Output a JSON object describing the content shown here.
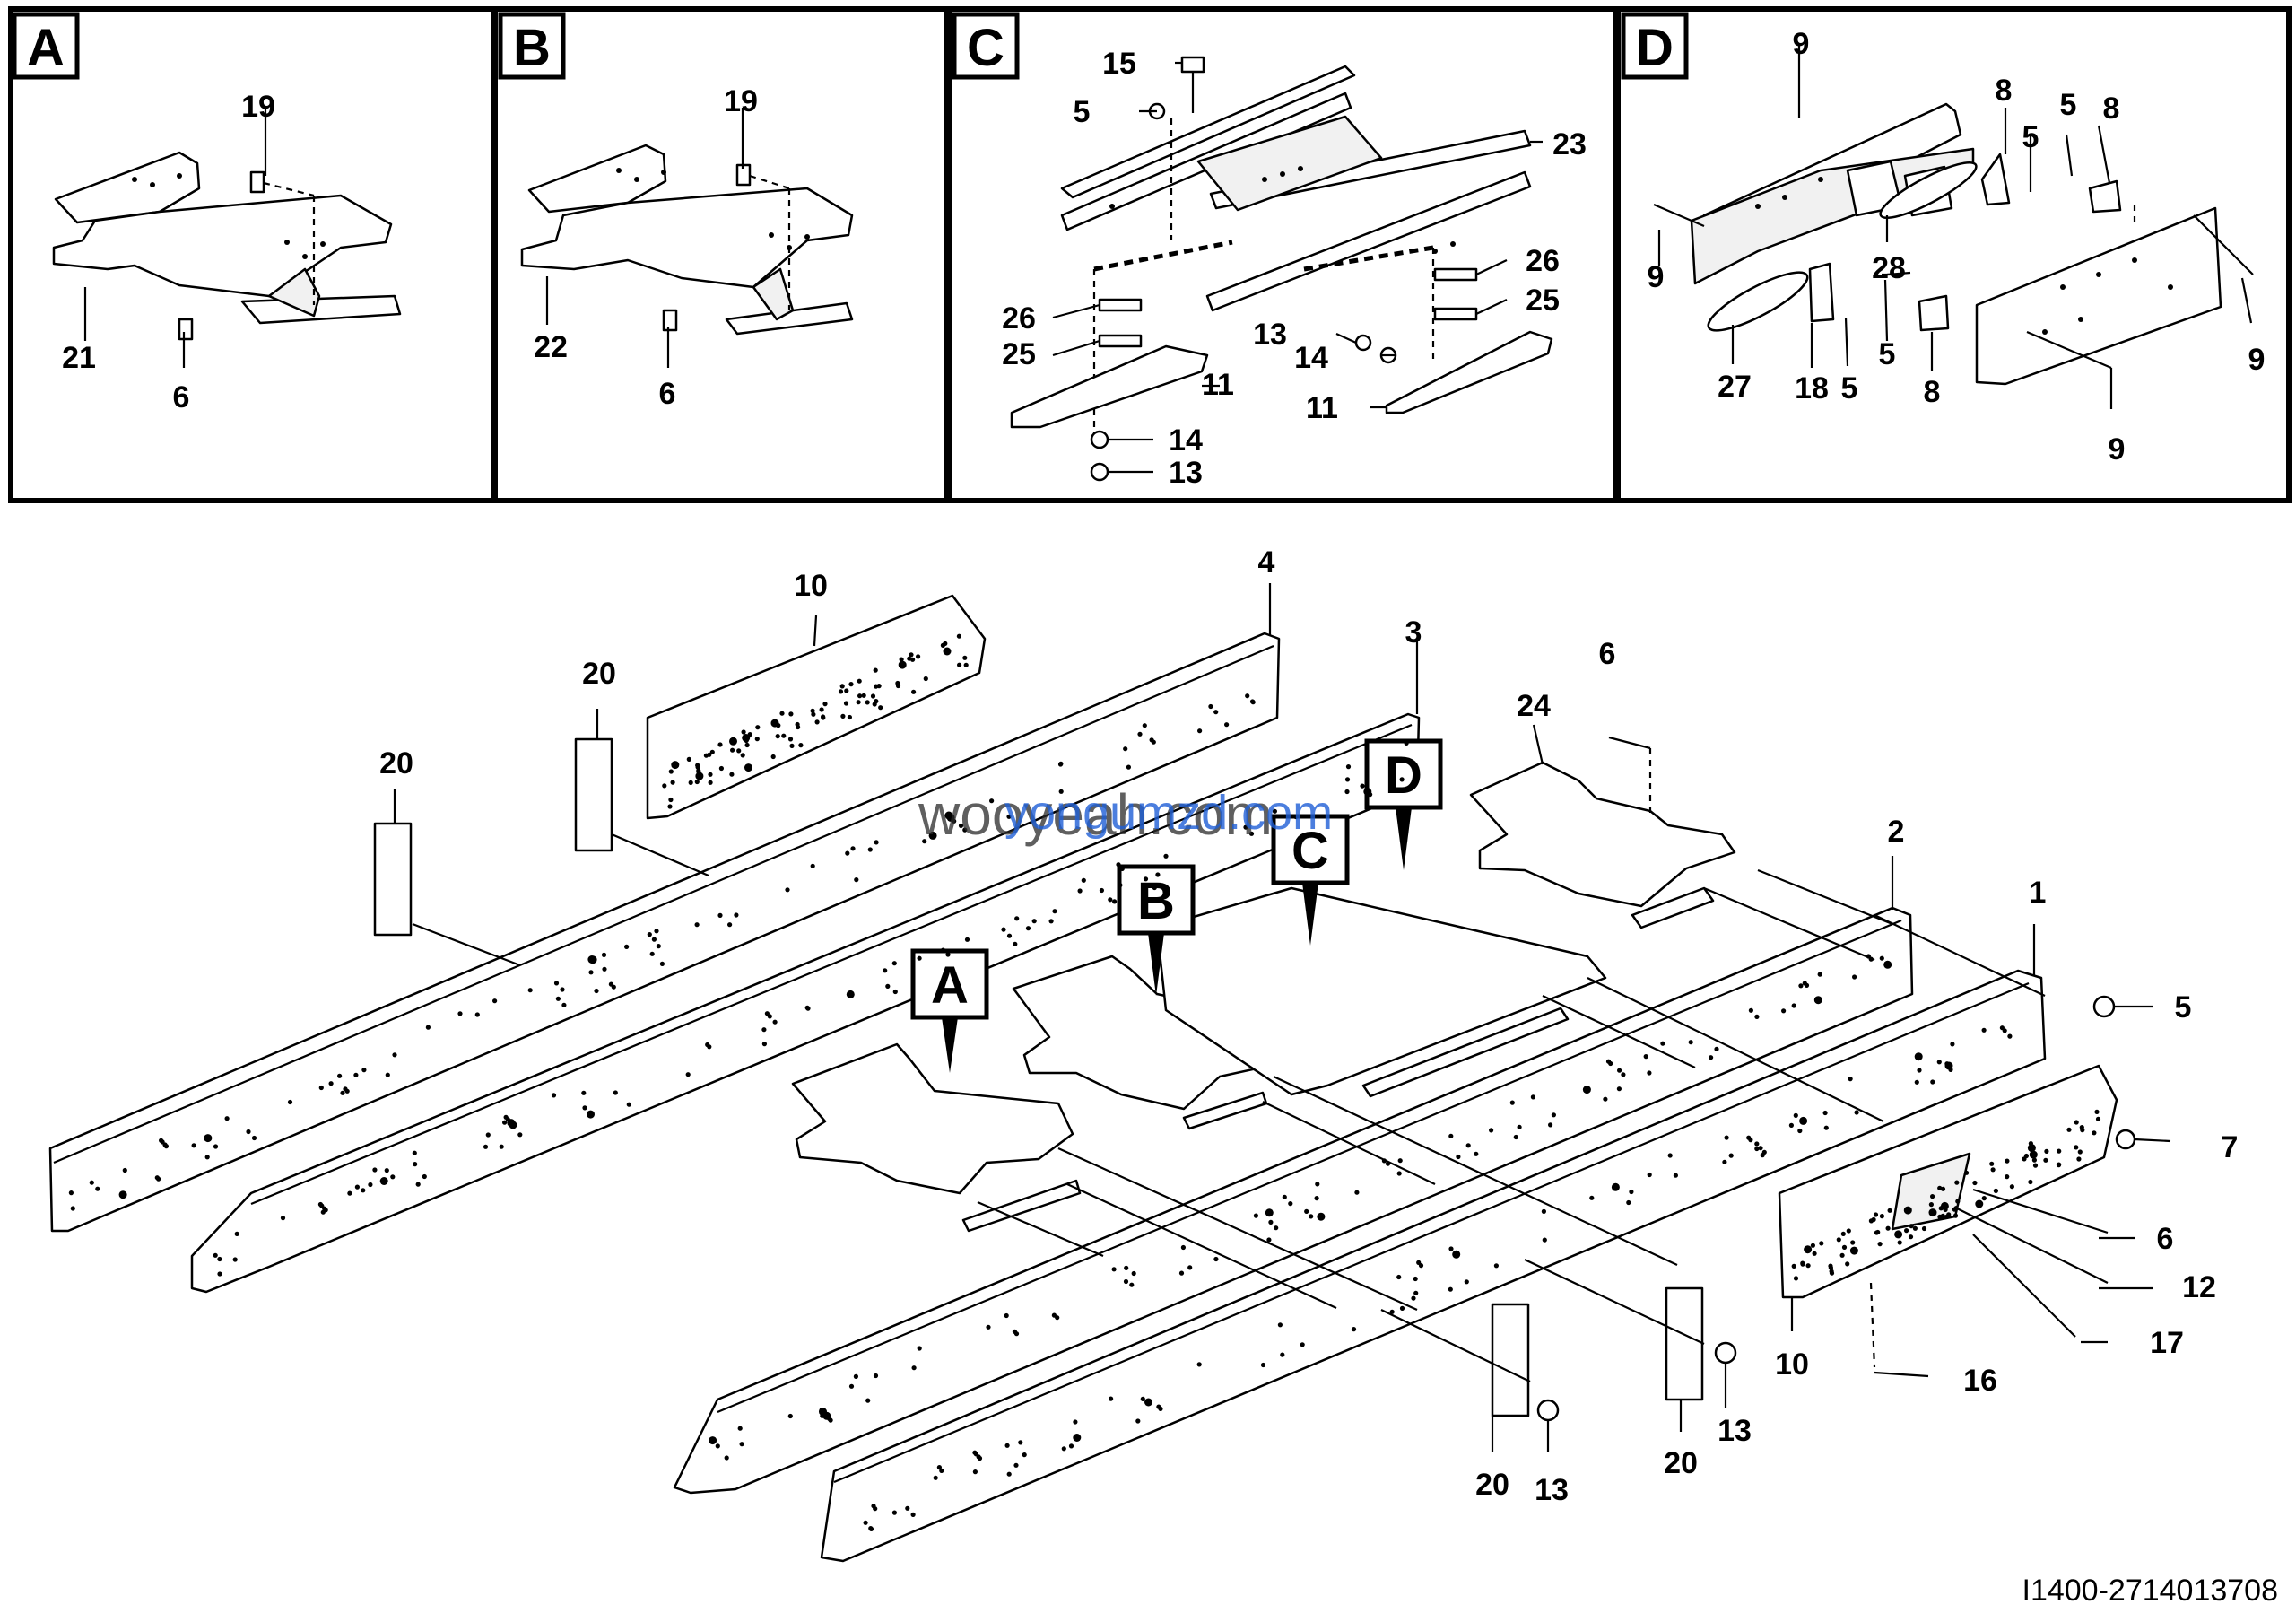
{
  "detail_panels": [
    {
      "letter": "A",
      "labels": [
        "19",
        "21",
        "6"
      ]
    },
    {
      "letter": "B",
      "labels": [
        "19",
        "22",
        "6"
      ]
    },
    {
      "letter": "C",
      "labels": [
        "15",
        "5",
        "23",
        "26",
        "25",
        "11",
        "14",
        "13",
        "26",
        "25",
        "13",
        "14",
        "11"
      ]
    },
    {
      "letter": "D",
      "labels": [
        "9",
        "8",
        "5",
        "8",
        "5",
        "9",
        "28",
        "27",
        "18",
        "5",
        "5",
        "8",
        "9",
        "9"
      ]
    }
  ],
  "main_labels": [
    "10",
    "4",
    "3",
    "20",
    "20",
    "24",
    "6",
    "2",
    "1",
    "5",
    "7",
    "6",
    "12",
    "17",
    "16",
    "10",
    "20",
    "13",
    "20",
    "13"
  ],
  "main_callouts": [
    "A",
    "B",
    "C",
    "D"
  ],
  "watermark": "wooyeah.com",
  "watermark_overlay": "yongumzd.com",
  "document_number": "I1400-2714013708"
}
